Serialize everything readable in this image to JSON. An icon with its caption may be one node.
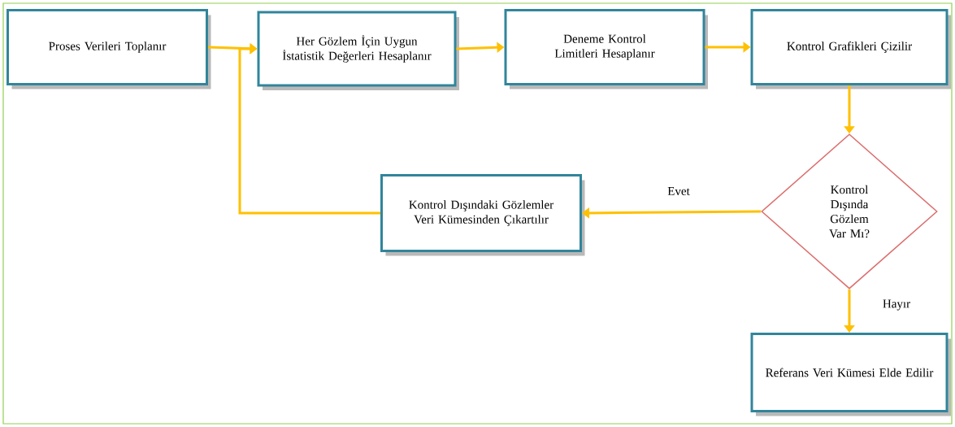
{
  "diagram": {
    "nodes": [
      {
        "text": [
          "Proses Verileri Toplanır"
        ]
      },
      {
        "text": [
          "Her Gözlem İçin Uygun İstatistik Değerleri Hesaplanır"
        ]
      },
      {
        "text": [
          "Deneme Kontrol Limitleri Hesaplanır"
        ]
      },
      {
        "text": [
          "Kontrol Grafikleri Çizilir"
        ]
      },
      {
        "text": [
          "Kontrol Dışında Gözlem Var Mı?"
        ]
      },
      {
        "text": [
          "Kontrol Dışındaki Gözlemler Veri Kümesinden Çıkartılır"
        ]
      },
      {
        "text": [
          "Referans Veri Kümesi Elde Edilir"
        ]
      }
    ],
    "edges": [
      {
        "from": 0,
        "to": 1,
        "arrow": "to"
      },
      {
        "from": 1,
        "to": 2,
        "arrow": "to"
      },
      {
        "from": 2,
        "to": 3,
        "arrow": "to"
      },
      {
        "from": 3,
        "to": 4,
        "arrow": "to"
      },
      {
        "from": 4,
        "to": 5,
        "arrow": "to",
        "label": "Evet"
      },
      {
        "from": 5,
        "to": 1,
        "arrow": "to"
      },
      {
        "from": 4,
        "to": 6,
        "arrow": "to",
        "label": "Hayır"
      }
    ]
  }
}
